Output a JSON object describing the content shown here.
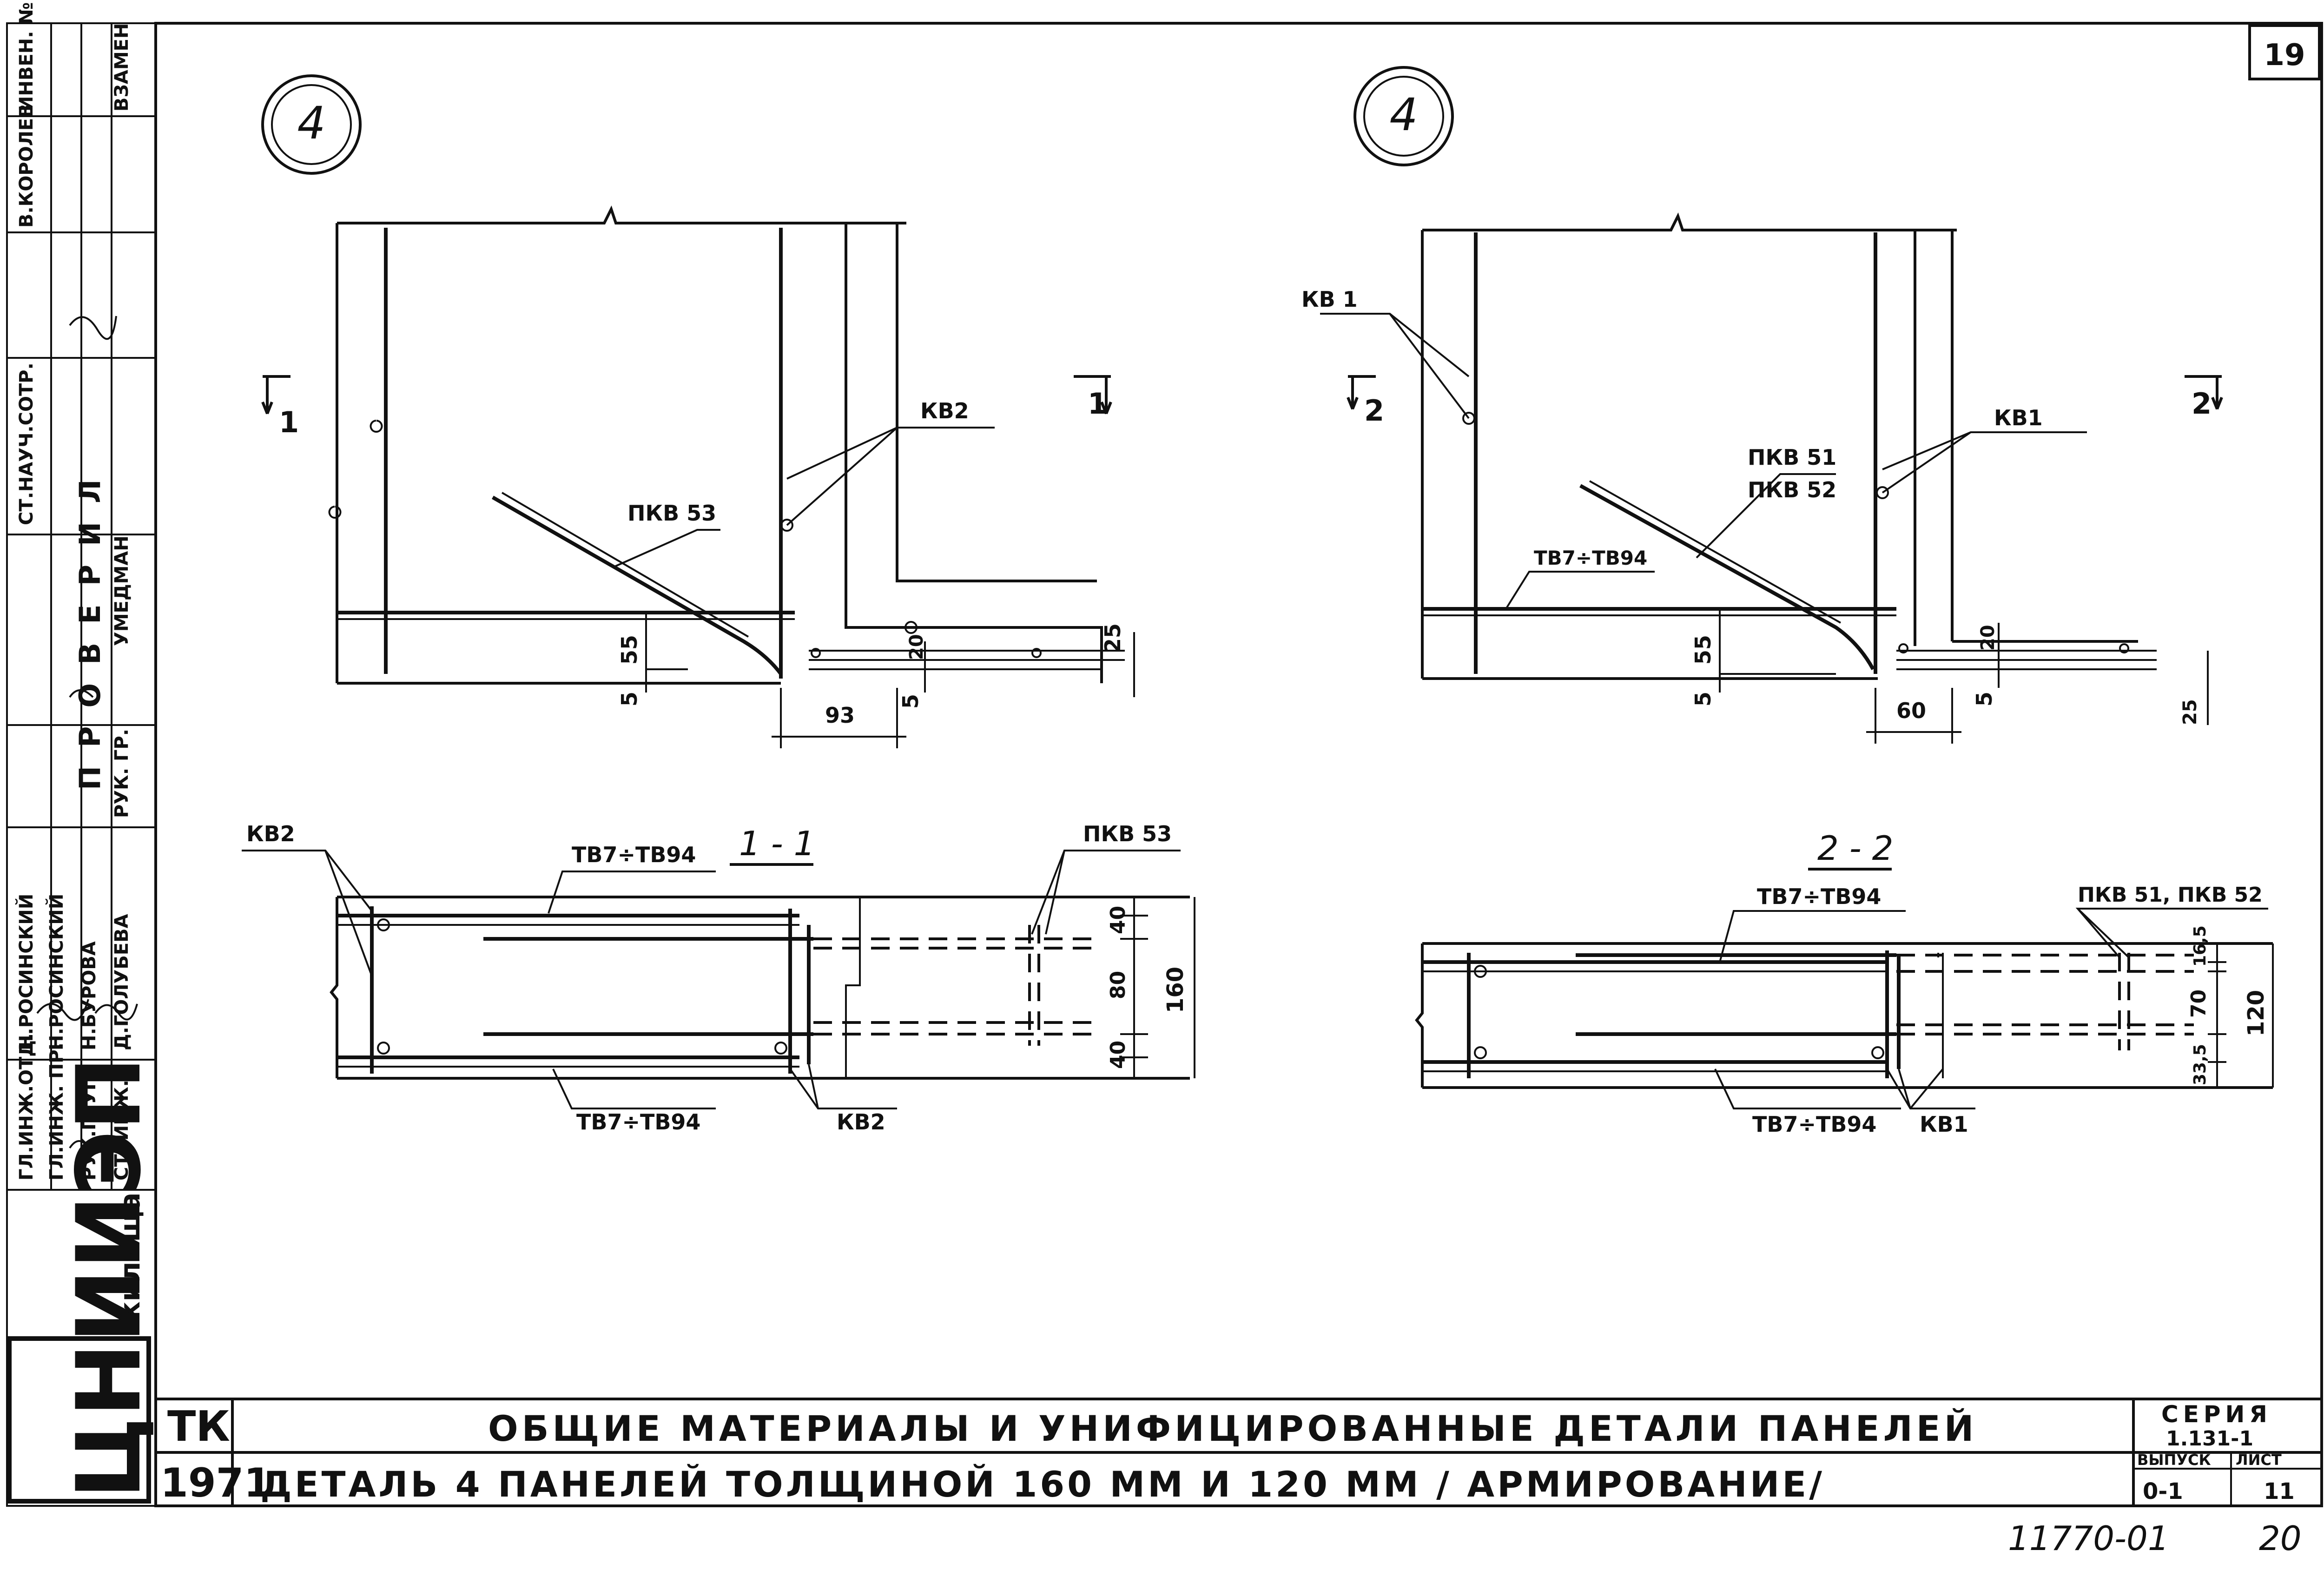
{
  "sheet_number": "19",
  "detail_marker": "4",
  "left_stamp": {
    "org_logo": "ЦНИИЭП",
    "org_suffix": "жилища",
    "roles": [
      "ГЛ.ИНЖ.ОТД.",
      "ГЛ.ИНЖ. ПР.",
      "РУК.ГРУП.",
      "СТ. ИНЖ."
    ],
    "names": [
      "Н.РОСИНСКИЙ",
      "Н.РОСИНСКИЙ",
      "Н.БУРОВА",
      "Д.ГОЛУБЕВА"
    ],
    "checked_title": "ПРОВЕРИЛ",
    "checked_roles": [
      "РУК. ГР.",
      "УМЕДМАН"
    ],
    "sci_role": "СТ.НАУЧ.СОТР.",
    "sci_name": "В.КОРОЛЕВ",
    "inv_label": "ИНВЕН. №",
    "replace_label": "ВЗАМЕН"
  },
  "left_detail": {
    "section_mark": "1",
    "labels": {
      "kv": "КВ2",
      "pkv": "ПКВ 53"
    },
    "dims": {
      "d55": "55",
      "d5a": "5",
      "d93": "93",
      "d5b": "5",
      "d20": "20",
      "d25": "25"
    }
  },
  "right_detail": {
    "section_mark": "2",
    "labels": {
      "kv1a": "КВ 1",
      "kv1b": "КВ1",
      "pkv1": "ПКВ 51",
      "pkv2": "ПКВ 52",
      "tb": "ТВ7÷ТВ94"
    },
    "dims": {
      "d55": "55",
      "d5a": "5",
      "d60": "60",
      "d5b": "5",
      "d20": "20",
      "d25": "25"
    }
  },
  "section_1": {
    "title": "1 - 1",
    "labels": {
      "kv_left": "КВ2",
      "tb_top": "ТВ7÷ТВ94",
      "pkv": "ПКВ 53",
      "tb_bottom": "ТВ7÷ТВ94",
      "kv_bottom": "КВ2"
    },
    "dims": {
      "d40a": "40",
      "d80": "80",
      "d40b": "40",
      "d160": "160"
    }
  },
  "section_2": {
    "title": "2 - 2",
    "labels": {
      "tb_top": "ТВ7÷ТВ94",
      "pkv": "ПКВ 51, ПКВ 52",
      "tb_bottom": "ТВ7÷ТВ94",
      "kv_bottom": "КВ1"
    },
    "dims": {
      "d16": "16,5",
      "d70": "70",
      "d33": "33,5",
      "d120": "120"
    }
  },
  "title_block": {
    "org_code": "ТК",
    "year": "1971",
    "title_line1": "ОБЩИЕ МАТЕРИАЛЫ И УНИФИЦИРОВАННЫЕ ДЕТАЛИ ПАНЕЛЕЙ",
    "title_line2": "ДЕТАЛЬ 4 ПАНЕЛЕЙ ТОЛЩИНОЙ 160 ММ И 120 ММ / АРМИРОВАНИЕ/",
    "series_label": "СЕРИЯ",
    "series_value": "1.131-1",
    "issue_label": "ВЫПУСК",
    "issue_value": "0-1",
    "sheet_label": "ЛИСТ",
    "sheet_value": "11"
  },
  "archive_number": "11770-01",
  "archive_page": "20"
}
